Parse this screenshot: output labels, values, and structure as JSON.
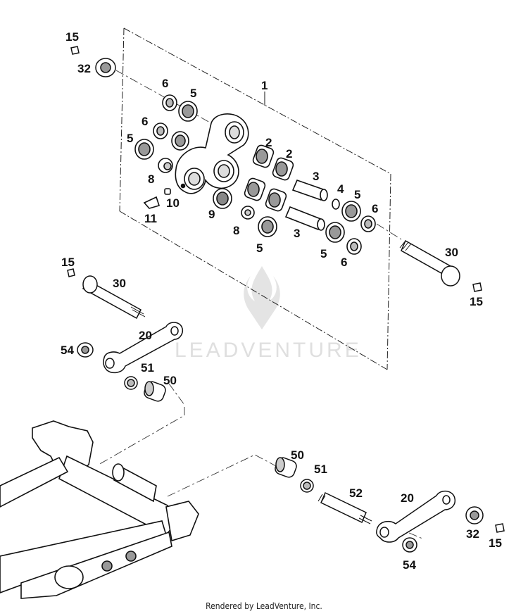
{
  "watermark": {
    "brand": "LEADVENTURE"
  },
  "footer": {
    "credit": "Rendered by LeadVenture, Inc."
  },
  "callouts": {
    "c15a": "15",
    "c32a": "32",
    "c1": "1",
    "c6a": "6",
    "c5a": "5",
    "c6b": "6",
    "c5b": "5",
    "c2a": "2",
    "c2b": "2",
    "c8a": "8",
    "c3a": "3",
    "c4": "4",
    "c5c": "5",
    "c6c": "6",
    "c10": "10",
    "c11": "11",
    "c9": "9",
    "c8b": "8",
    "c3b": "3",
    "c5d": "5",
    "c5e": "5",
    "c6d": "6",
    "c30a": "30",
    "c15b": "15",
    "c15c": "15",
    "c30b": "30",
    "c20a": "20",
    "c54a": "54",
    "c51a": "51",
    "c50a": "50",
    "c50b": "50",
    "c51b": "51",
    "c52": "52",
    "c20b": "20",
    "c32b": "32",
    "c15d": "15",
    "c54b": "54"
  }
}
